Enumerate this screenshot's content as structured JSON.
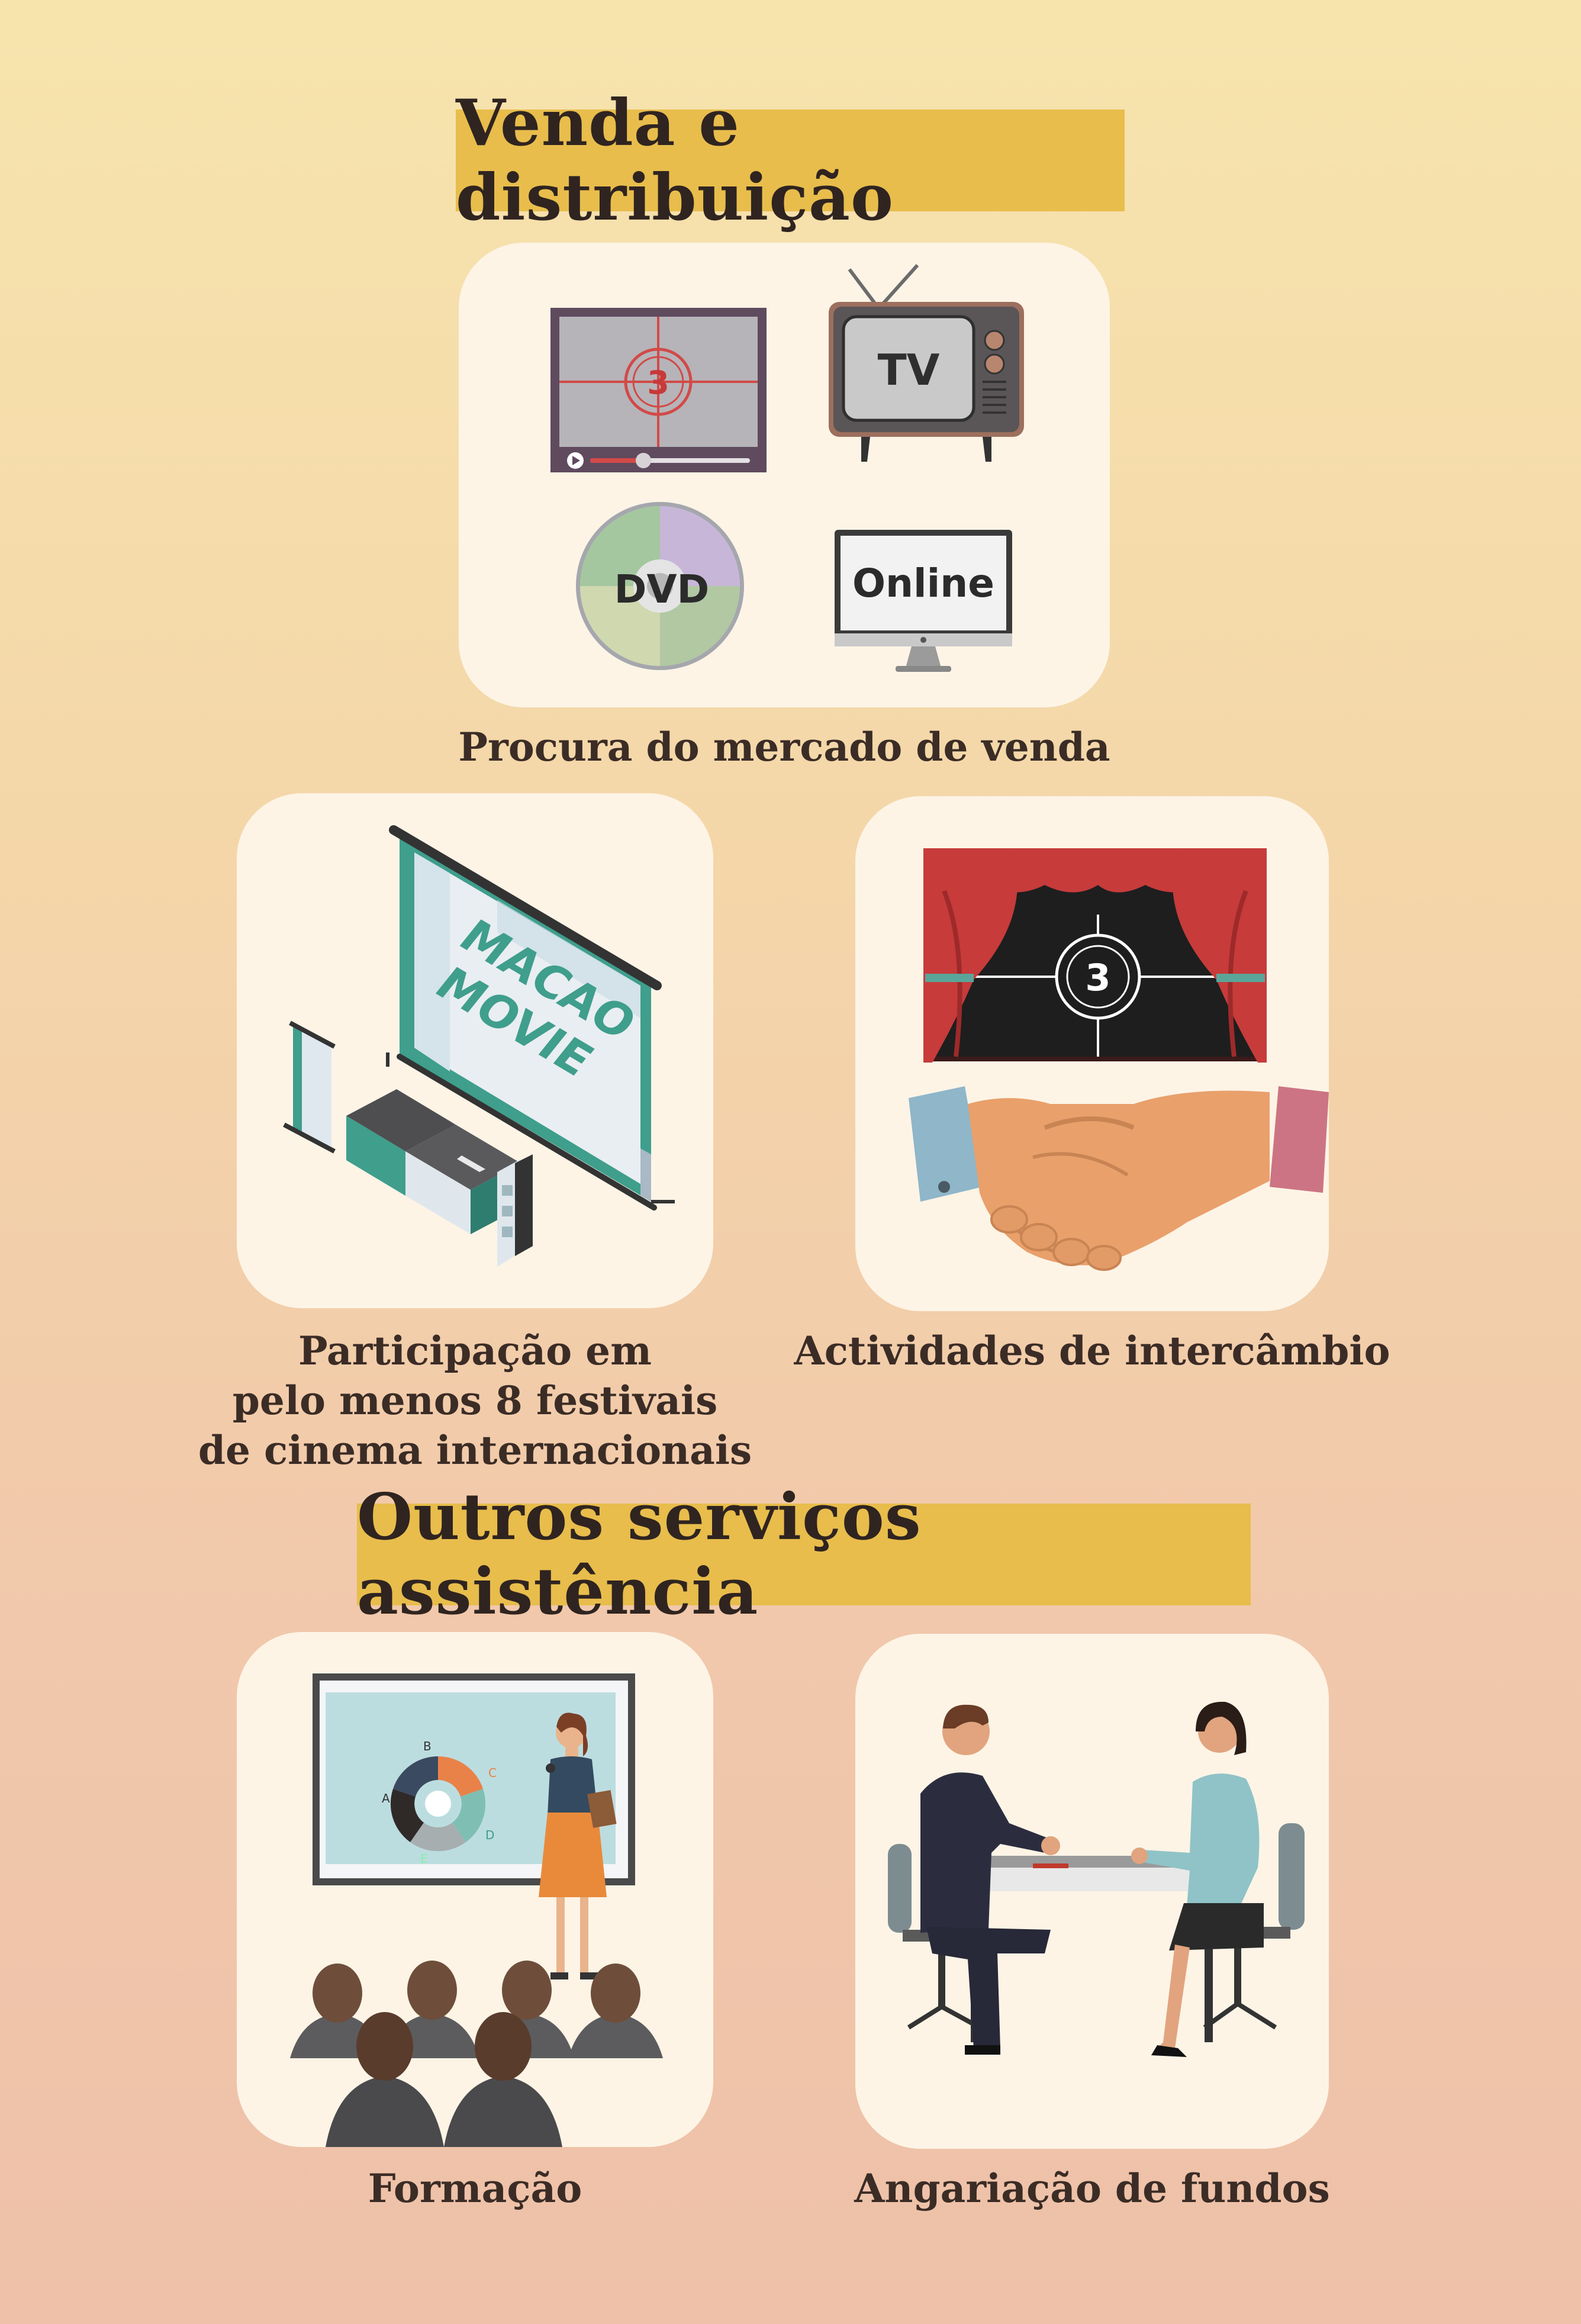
{
  "section1": {
    "title": "Venda e distribuição",
    "media": {
      "screen_number": "3",
      "tv_label": "TV",
      "dvd_label": "DVD",
      "online_label": "Online",
      "caption": "Procura do mercado de venda"
    },
    "festival": {
      "sign_line1": "MACAO",
      "sign_line2": "MOVIE",
      "caption_lines": [
        "Participação em",
        "pelo menos 8 festivais",
        "de cinema internacionais"
      ]
    },
    "exchange": {
      "screen_number": "3",
      "caption": "Actividades de intercâmbio"
    }
  },
  "section2": {
    "title": "Outros serviços assistência",
    "training": {
      "chart_labels": [
        "A",
        "B",
        "C",
        "D",
        "E"
      ],
      "caption": "Formação"
    },
    "fundraising": {
      "caption": "Angariação de fundos"
    }
  },
  "colors": {
    "banner": "#e8bd4c",
    "card": "#fdf4e6",
    "text": "#3b2c26",
    "accent_red": "#c8393a",
    "accent_teal": "#3f9e8c"
  }
}
